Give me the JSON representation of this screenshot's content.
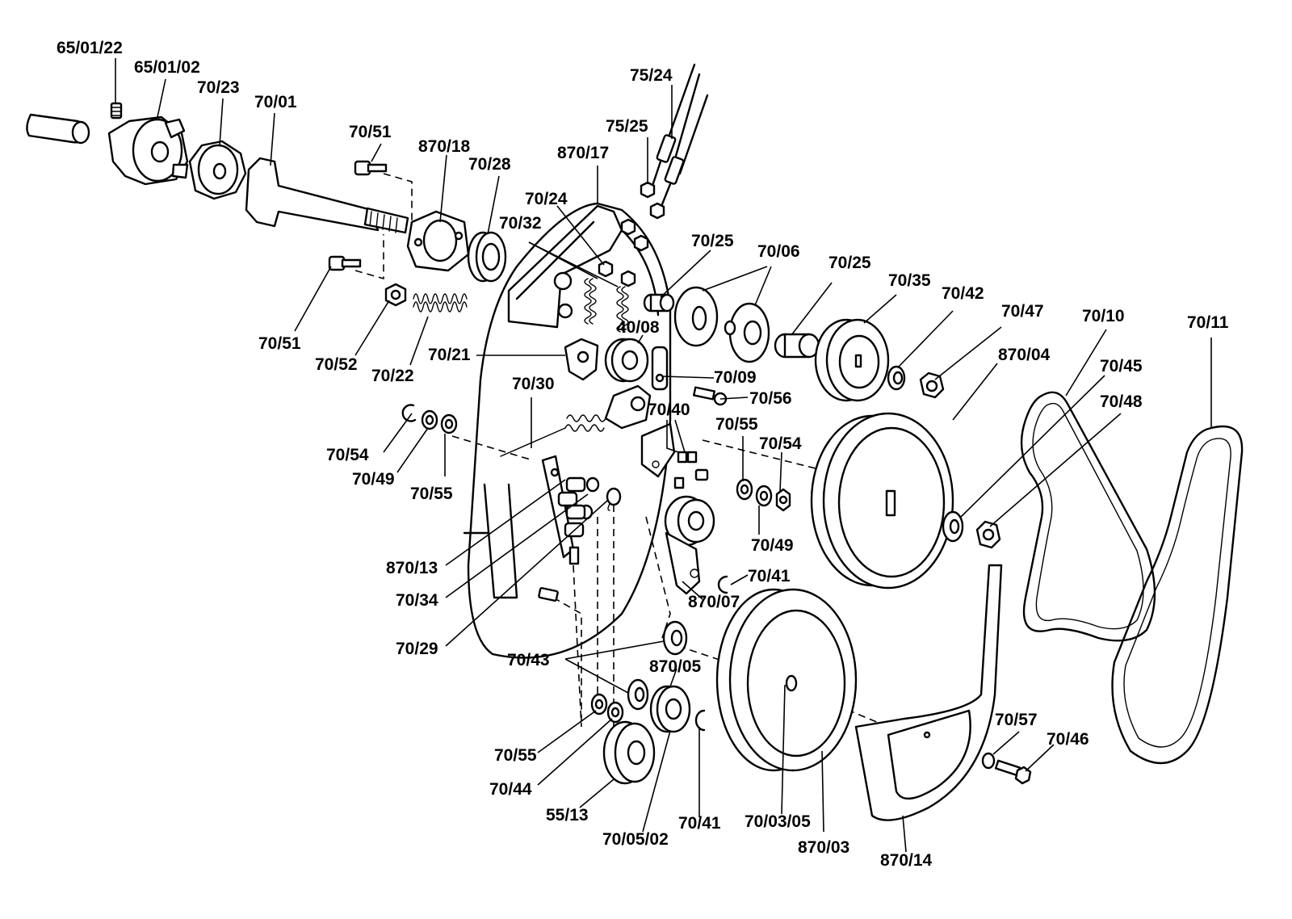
{
  "diagram": {
    "labels": {
      "p65_01_22": "65/01/22",
      "p65_01_02": "65/01/02",
      "p70_23": "70/23",
      "p70_01": "70/01",
      "p70_51_top": "70/51",
      "p870_18": "870/18",
      "p70_28": "70/28",
      "p870_17": "870/17",
      "p75_24": "75/24",
      "p75_25": "75/25",
      "p70_24": "70/24",
      "p70_32": "70/32",
      "p70_25_a": "70/25",
      "p70_06": "70/06",
      "p70_25_b": "70/25",
      "p70_35": "70/35",
      "p70_42": "70/42",
      "p70_47": "70/47",
      "p70_10": "70/10",
      "p70_11": "70/11",
      "p70_51_bottom": "70/51",
      "p70_52": "70/52",
      "p70_22": "70/22",
      "p70_21": "70/21",
      "p40_08": "40/08",
      "p70_09": "70/09",
      "p70_56": "70/56",
      "p870_04": "870/04",
      "p70_45": "70/45",
      "p70_48": "70/48",
      "p70_30": "70/30",
      "p70_40": "70/40",
      "p70_55_right": "70/55",
      "p70_54_right": "70/54",
      "p70_54_left": "70/54",
      "p70_49_left": "70/49",
      "p70_55_left": "70/55",
      "p70_49_right": "70/49",
      "p870_13": "870/13",
      "p70_41_top": "70/41",
      "p70_34": "70/34",
      "p870_07": "870/07",
      "p70_29": "70/29",
      "p70_43": "70/43",
      "p870_05": "870/05",
      "p70_57": "70/57",
      "p70_46": "70/46",
      "p70_55_bottom": "70/55",
      "p70_44": "70/44",
      "p55_13": "55/13",
      "p70_41_bottom": "70/41",
      "p70_05_02": "70/05/02",
      "p70_03_05": "70/03/05",
      "p870_03": "870/03",
      "p870_14": "870/14"
    }
  }
}
